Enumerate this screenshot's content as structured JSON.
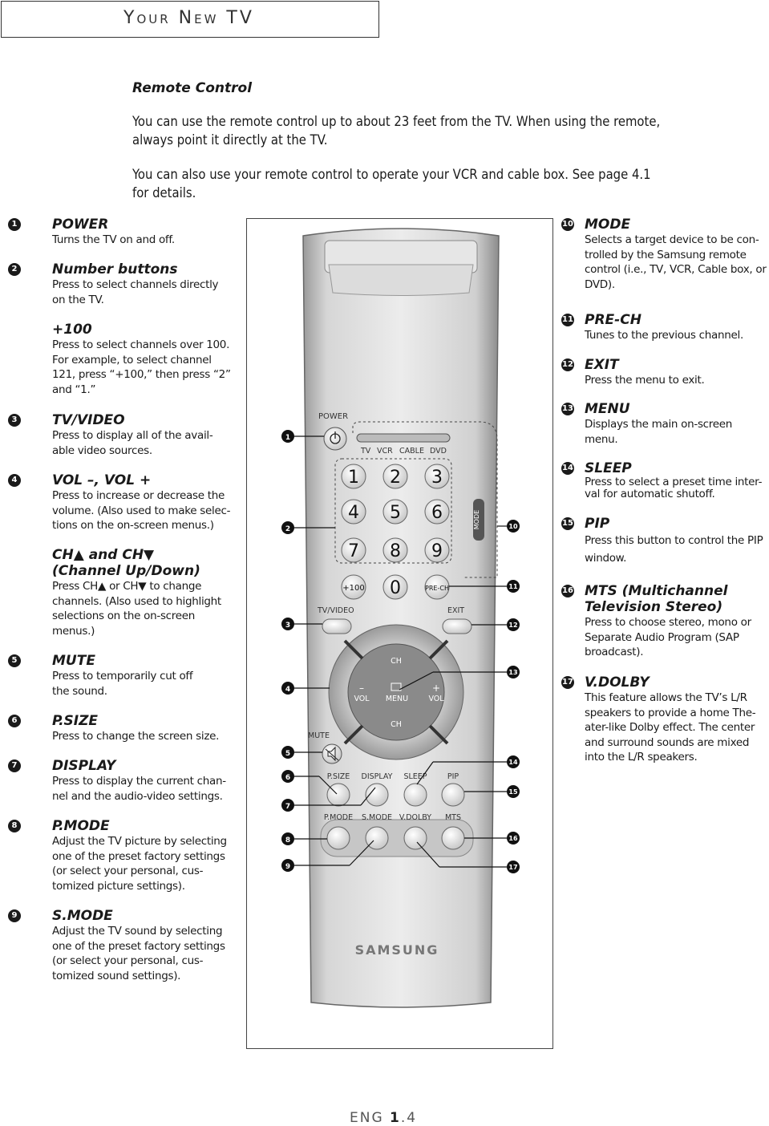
{
  "header": {
    "title": "Your New TV"
  },
  "intro": {
    "heading": "Remote Control",
    "para1_line1": "You can use the remote control up to about 23 feet from the TV. When using the remote,",
    "para1_line2": "always point it directly at the TV.",
    "para2_line1": "You can also use your remote control to operate your VCR and cable box. See page 4.1",
    "para2_line2": "for details."
  },
  "left_items": [
    {
      "num": "1",
      "title": "POWER",
      "lines": [
        "Turns the TV on and off."
      ]
    },
    {
      "num": "2",
      "title": "Number buttons",
      "lines": [
        "Press to select channels directly",
        "on the TV."
      ]
    },
    {
      "num": "",
      "title": "+100",
      "lines": [
        "Press to select channels over 100.",
        "For example, to select channel",
        "121, press “+100,” then press “2”",
        "and “1.”"
      ]
    },
    {
      "num": "3",
      "title": "TV/VIDEO",
      "lines": [
        "Press to display all of  the avail-",
        "able video sources."
      ]
    },
    {
      "num": "4",
      "title": "VOL –, VOL +",
      "lines": [
        "Press to increase or decrease the",
        "volume. (Also used to make selec-",
        "tions on the on-screen menus.)"
      ]
    },
    {
      "num": "",
      "title": "CH▲ and CH▼",
      "title2": "(Channel Up/Down)",
      "lines": [
        "Press CH▲ or CH▼ to change",
        "channels. (Also used to highlight",
        "selections on the on-screen",
        "menus.)"
      ]
    },
    {
      "num": "5",
      "title": "MUTE",
      "lines": [
        "Press to temporarily cut off",
        "the sound."
      ]
    },
    {
      "num": "6",
      "title": "P.SIZE",
      "lines": [
        "Press to change the screen size."
      ]
    },
    {
      "num": "7",
      "title": "DISPLAY",
      "lines": [
        "Press to display the current chan-",
        "nel and the audio-video settings."
      ]
    },
    {
      "num": "8",
      "title": "P.MODE",
      "lines": [
        "Adjust the TV picture by selecting",
        "one of the preset factory settings",
        "(or select your personal, cus-",
        "tomized picture settings)."
      ]
    },
    {
      "num": "9",
      "title": "S.MODE",
      "lines": [
        "Adjust the TV sound by selecting",
        "one of the preset factory settings",
        "(or select your personal, cus-",
        "tomized sound settings)."
      ]
    }
  ],
  "right_items": [
    {
      "num": "10",
      "title": "MODE",
      "lines": [
        "Selects a target device to be con-",
        "trolled by the Samsung remote",
        "control (i.e., TV, VCR, Cable box, or",
        "DVD)."
      ]
    },
    {
      "num": "11",
      "title": "PRE-CH",
      "lines": [
        "Tunes to the previous channel."
      ]
    },
    {
      "num": "12",
      "title": "EXIT",
      "lines": [
        "Press the menu to exit."
      ]
    },
    {
      "num": "13",
      "title": "MENU",
      "lines": [
        "Displays the main on-screen",
        "menu."
      ]
    },
    {
      "num": "14",
      "title": "SLEEP",
      "lines": [
        "Press to select a preset time  inter-",
        "val for automatic shutoff."
      ]
    },
    {
      "num": "15",
      "title": "PIP",
      "lines": [
        "Press this button to control the PIP",
        "window."
      ]
    },
    {
      "num": "16",
      "title": "MTS (Multichannel",
      "title2": "Television Stereo)",
      "lines": [
        "Press to choose stereo, mono or",
        "Separate Audio Program (SAP",
        "broadcast)."
      ]
    },
    {
      "num": "17",
      "title": "V.DOLBY",
      "lines": [
        "This feature allows the TV’s L/R",
        "speakers to provide a home The-",
        "ater-like Dolby effect.  The center",
        "and surround sounds are mixed",
        "into the L/R speakers."
      ]
    }
  ],
  "remote": {
    "power_label": "POWER",
    "modes": [
      "TV",
      "VCR",
      "CABLE",
      "DVD"
    ],
    "digits": [
      "1",
      "2",
      "3",
      "4",
      "5",
      "6",
      "7",
      "8",
      "9",
      "+100",
      "0",
      "PRE-CH"
    ],
    "mode_label": "MODE",
    "tvvideo_label": "TV/VIDEO",
    "exit_label": "EXIT",
    "ch_label": "CH",
    "vol_label": "VOL",
    "menu_label": "MENU",
    "mute_label": "MUTE",
    "row1_labels": [
      "P.SIZE",
      "DISPLAY",
      "SLEEP",
      "PIP"
    ],
    "row2_labels": [
      "P.MODE",
      "S.MODE",
      "V.DOLBY",
      "MTS"
    ],
    "brand": "SAMSUNG",
    "callouts": [
      "1",
      "2",
      "3",
      "4",
      "5",
      "6",
      "7",
      "8",
      "9",
      "10",
      "11",
      "12",
      "13",
      "14",
      "15",
      "16",
      "17"
    ]
  },
  "footer": {
    "prefix": "ENG ",
    "page_bold": "1",
    "page_rest": ".4"
  }
}
